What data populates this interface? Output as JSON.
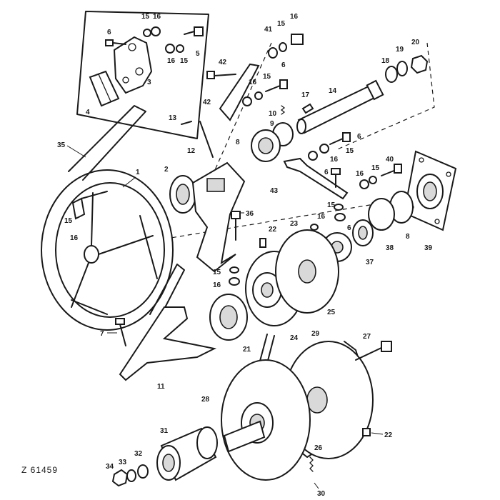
{
  "drawing": {
    "reference": "Z 61459"
  },
  "callouts": [
    {
      "id": "c1",
      "label": "1"
    },
    {
      "id": "c2",
      "label": "2"
    },
    {
      "id": "c3",
      "label": "3"
    },
    {
      "id": "c4",
      "label": "4"
    },
    {
      "id": "c5",
      "label": "5"
    },
    {
      "id": "c6a",
      "label": "6"
    },
    {
      "id": "c6b",
      "label": "6"
    },
    {
      "id": "c6c",
      "label": "6"
    },
    {
      "id": "c6d",
      "label": "6"
    },
    {
      "id": "c6e",
      "label": "6"
    },
    {
      "id": "c7",
      "label": "7"
    },
    {
      "id": "c8a",
      "label": "8"
    },
    {
      "id": "c8b",
      "label": "8"
    },
    {
      "id": "c9",
      "label": "9"
    },
    {
      "id": "c10",
      "label": "10"
    },
    {
      "id": "c11",
      "label": "11"
    },
    {
      "id": "c12",
      "label": "12"
    },
    {
      "id": "c13",
      "label": "13"
    },
    {
      "id": "c14",
      "label": "14"
    },
    {
      "id": "c15a",
      "label": "15"
    },
    {
      "id": "c15b",
      "label": "15"
    },
    {
      "id": "c15c",
      "label": "15"
    },
    {
      "id": "c15d",
      "label": "15"
    },
    {
      "id": "c15e",
      "label": "15"
    },
    {
      "id": "c15f",
      "label": "15"
    },
    {
      "id": "c15g",
      "label": "15"
    },
    {
      "id": "c15h",
      "label": "15"
    },
    {
      "id": "c15i",
      "label": "15"
    },
    {
      "id": "c16a",
      "label": "16"
    },
    {
      "id": "c16b",
      "label": "16"
    },
    {
      "id": "c16c",
      "label": "16"
    },
    {
      "id": "c16d",
      "label": "16"
    },
    {
      "id": "c16e",
      "label": "16"
    },
    {
      "id": "c16f",
      "label": "16"
    },
    {
      "id": "c16g",
      "label": "16"
    },
    {
      "id": "c16h",
      "label": "16"
    },
    {
      "id": "c16i",
      "label": "16"
    },
    {
      "id": "c17",
      "label": "17"
    },
    {
      "id": "c18",
      "label": "18"
    },
    {
      "id": "c19",
      "label": "19"
    },
    {
      "id": "c20",
      "label": "20"
    },
    {
      "id": "c21",
      "label": "21"
    },
    {
      "id": "c22a",
      "label": "22"
    },
    {
      "id": "c22b",
      "label": "22"
    },
    {
      "id": "c23",
      "label": "23"
    },
    {
      "id": "c24",
      "label": "24"
    },
    {
      "id": "c25",
      "label": "25"
    },
    {
      "id": "c26",
      "label": "26"
    },
    {
      "id": "c27",
      "label": "27"
    },
    {
      "id": "c28",
      "label": "28"
    },
    {
      "id": "c29",
      "label": "29"
    },
    {
      "id": "c30",
      "label": "30"
    },
    {
      "id": "c31",
      "label": "31"
    },
    {
      "id": "c32",
      "label": "32"
    },
    {
      "id": "c33",
      "label": "33"
    },
    {
      "id": "c34",
      "label": "34"
    },
    {
      "id": "c35",
      "label": "35"
    },
    {
      "id": "c36",
      "label": "36"
    },
    {
      "id": "c37",
      "label": "37"
    },
    {
      "id": "c38",
      "label": "38"
    },
    {
      "id": "c39",
      "label": "39"
    },
    {
      "id": "c40",
      "label": "40"
    },
    {
      "id": "c41",
      "label": "41"
    },
    {
      "id": "c42a",
      "label": "42"
    },
    {
      "id": "c42b",
      "label": "42"
    },
    {
      "id": "c43",
      "label": "43"
    }
  ]
}
